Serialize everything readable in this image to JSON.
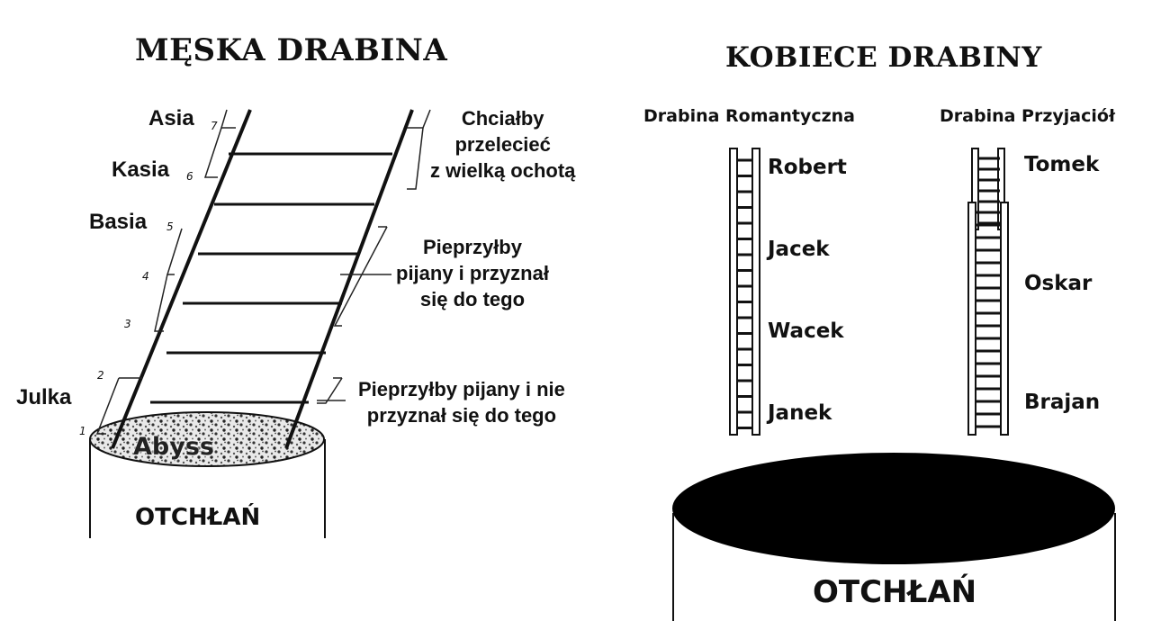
{
  "left": {
    "title": "MĘSKA DRABINA",
    "rung_numbers": [
      "7",
      "6",
      "5",
      "4",
      "3",
      "2",
      "1"
    ],
    "names": {
      "asia": "Asia",
      "kasia": "Kasia",
      "basia": "Basia",
      "julka": "Julka"
    },
    "notes": {
      "top": "Chciałby\nprzelecieć\nz wielką ochotą",
      "middle": "Pieprzyłby\npijany i przyznał\nsię do tego",
      "bottom": "Pieprzyłby pijany i nie\nprzyznał się do tego"
    },
    "abyss_label": "Abyss",
    "pit_label": "OTCHŁAŃ"
  },
  "right": {
    "title": "KOBIECE DRABINY",
    "romantic": {
      "heading": "Drabina Romantyczna",
      "names": [
        "Robert",
        "Jacek",
        "Wacek",
        "Janek"
      ]
    },
    "friends": {
      "heading": "Drabina Przyjaciół",
      "names": [
        "Tomek",
        "Oskar",
        "Brajan"
      ]
    },
    "pit_label": "OTCHŁAŃ"
  },
  "colors": {
    "ink": "#111111",
    "background": "#ffffff",
    "pit": "#000000"
  }
}
